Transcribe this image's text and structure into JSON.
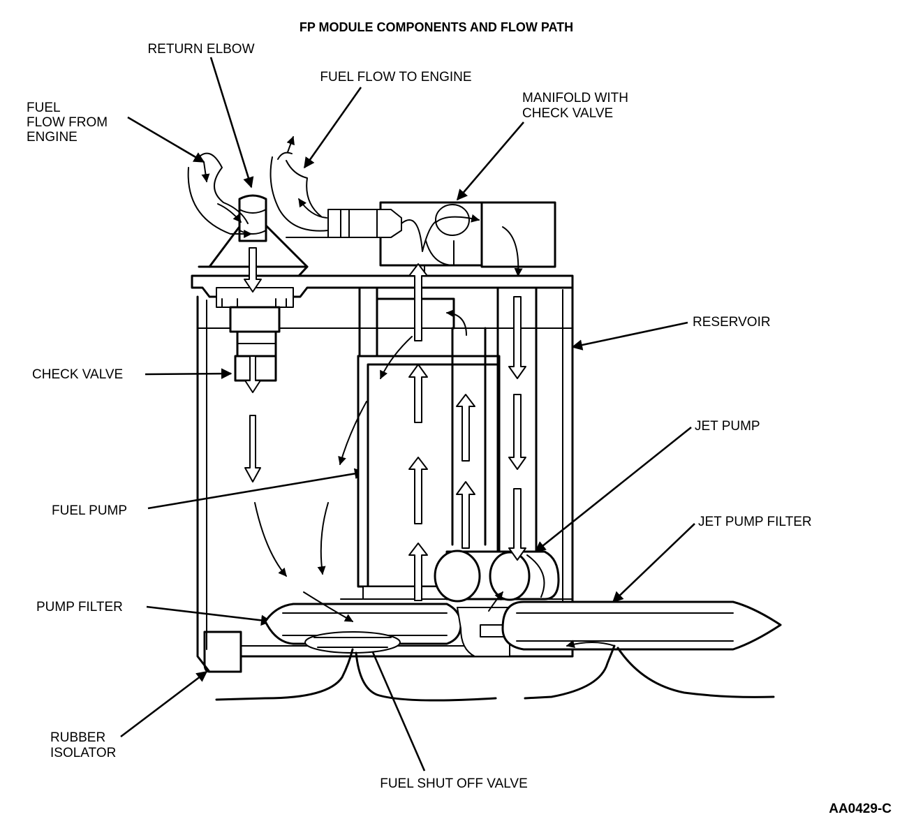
{
  "diagram": {
    "title": "FP MODULE COMPONENTS AND FLOW PATH",
    "figure_code": "AA0429-C",
    "labels": {
      "return_elbow": "RETURN ELBOW",
      "fuel_flow_to_engine": "FUEL FLOW TO ENGINE",
      "fuel_flow_from_engine": [
        "FUEL",
        "FLOW FROM",
        "ENGINE"
      ],
      "manifold_with_check_valve": [
        "MANIFOLD WITH",
        "CHECK VALVE"
      ],
      "reservoir": "RESERVOIR",
      "check_valve": "CHECK VALVE",
      "jet_pump": "JET PUMP",
      "fuel_pump": "FUEL PUMP",
      "jet_pump_filter": "JET PUMP FILTER",
      "pump_filter": "PUMP FILTER",
      "rubber_isolator": [
        "RUBBER",
        "ISOLATOR"
      ],
      "fuel_shut_off_valve": "FUEL SHUT OFF VALVE"
    },
    "colors": {
      "ink": "#000000",
      "paper": "#ffffff"
    }
  }
}
